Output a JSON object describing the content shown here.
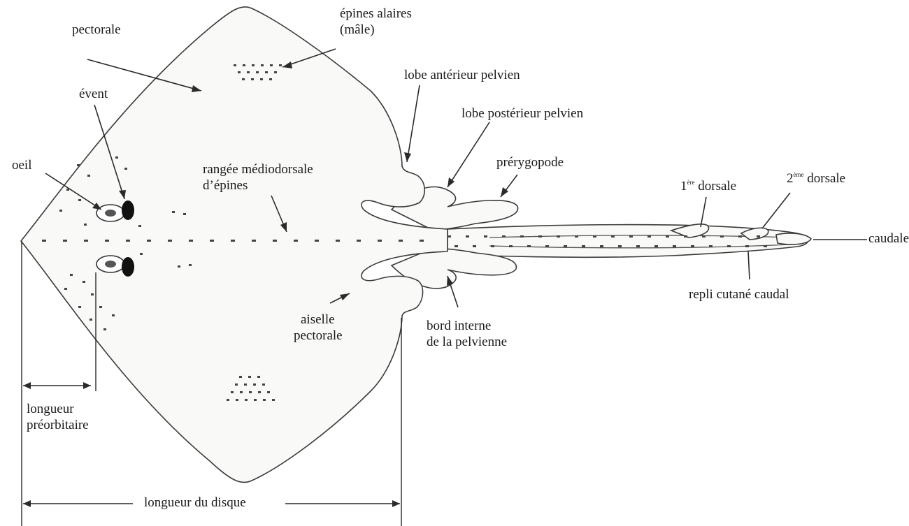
{
  "labels": {
    "pectorale": "pectorale",
    "epines_alaires_1": "épines alaires",
    "epines_alaires_2": "(mâle)",
    "lobe_anterieur": "lobe antérieur pelvien",
    "lobe_posterieur": "lobe postérieur pelvien",
    "event": "évent",
    "oeil": "oeil",
    "rangee_1": "rangée médiodorsale",
    "rangee_2": "d’épines",
    "prerygopode": "prérygopode",
    "dorsale1_num": "1",
    "dorsale1_sup": "ère",
    "dorsale1_txt": " dorsale",
    "dorsale2_num": "2",
    "dorsale2_sup": "ème",
    "dorsale2_txt": " dorsale",
    "caudale": "caudale",
    "repli": "repli cutané caudal",
    "aisselle_1": "aiselle",
    "aisselle_2": "pectorale",
    "bord_1": "bord interne",
    "bord_2": "de la pelvienne",
    "longueur_pre_1": "longueur",
    "longueur_pre_2": "préorbitaire",
    "longueur_disque": "longueur du disque"
  },
  "colors": {
    "ink": "#1a1a1a",
    "outline": "#3a3a3a",
    "body": "#f9f9f7"
  }
}
